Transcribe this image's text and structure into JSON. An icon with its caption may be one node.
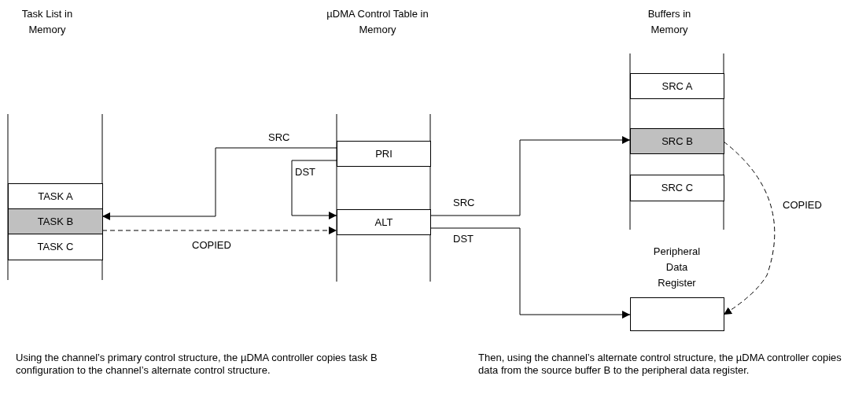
{
  "diagram": {
    "nodes": [
      {
        "text": [
          "TASK A"
        ]
      },
      {
        "text": [
          "TASK B"
        ]
      },
      {
        "text": [
          "TASK C"
        ]
      },
      {
        "text": [
          "PRI"
        ]
      },
      {
        "text": [
          "ALT"
        ]
      },
      {
        "text": [
          "SRC A"
        ]
      },
      {
        "text": [
          "SRC B"
        ]
      },
      {
        "text": [
          "SRC C"
        ]
      },
      {
        "text": [
          "Peripheral Data Register"
        ]
      }
    ],
    "edges": [
      {
        "from": 3,
        "to": 1,
        "arrow": "to",
        "label": "SRC"
      },
      {
        "from": 3,
        "to": 4,
        "arrow": "to",
        "label": "DST"
      },
      {
        "from": 1,
        "to": 4,
        "arrow": "to",
        "label": "COPIED",
        "style": "dashed"
      },
      {
        "from": 4,
        "to": 6,
        "arrow": "to",
        "label": "SRC"
      },
      {
        "from": 4,
        "to": 8,
        "arrow": "to",
        "label": "DST"
      },
      {
        "from": 6,
        "to": 8,
        "arrow": "to",
        "label": "COPIED",
        "style": "dashed"
      }
    ],
    "labels": [
      "Task List in Memory",
      "µDMA Control Table in Memory",
      "Buffers in Memory",
      "Using the channel’s primary control structure, the µDMA controller copies task B configuration to the channel’s alternate control structure.",
      "Then, using the channel’s alternate control structure, the µDMA controller copies data from the source buffer B to the peripheral data register."
    ]
  }
}
